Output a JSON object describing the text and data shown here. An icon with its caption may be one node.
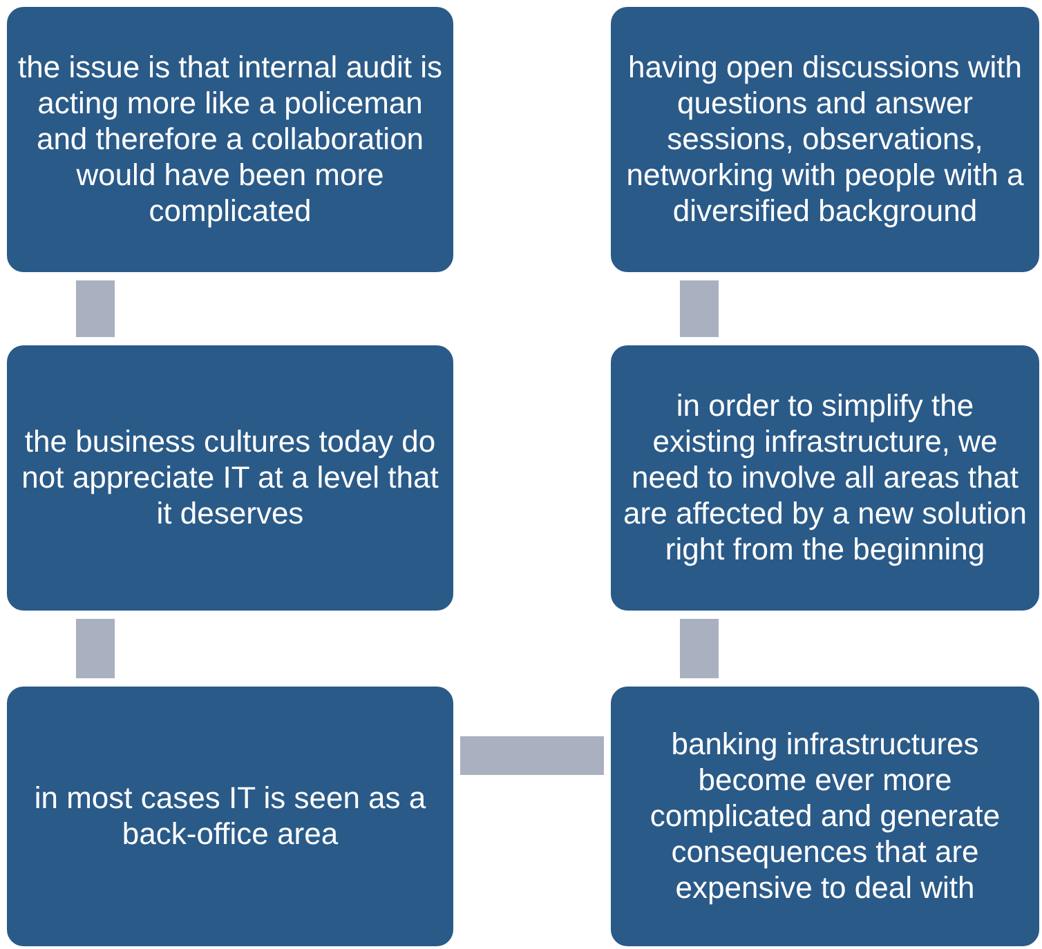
{
  "diagram": {
    "nodes": [
      {
        "text": [
          "the issue is that internal audit is acting more like a policeman and therefore a collaboration would have been more complicated"
        ]
      },
      {
        "text": [
          "having open discussions with questions and answer sessions, observations, networking with people with a diversified background"
        ]
      },
      {
        "text": [
          "the business cultures today do not appreciate IT at a level that it deserves"
        ]
      },
      {
        "text": [
          "in order to simplify the existing infrastructure, we need to involve all areas that are affected by a new solution right from the beginning"
        ]
      },
      {
        "text": [
          "in most cases IT is seen as a back-office area"
        ]
      },
      {
        "text": [
          "banking infrastructures become ever more complicated and generate consequences that are expensive to deal with"
        ]
      }
    ],
    "edges": [
      {
        "from": 0,
        "to": 2,
        "arrow": "none"
      },
      {
        "from": 2,
        "to": 4,
        "arrow": "none"
      },
      {
        "from": 4,
        "to": 5,
        "arrow": "none"
      },
      {
        "from": 5,
        "to": 3,
        "arrow": "none"
      },
      {
        "from": 3,
        "to": 1,
        "arrow": "none"
      }
    ]
  }
}
